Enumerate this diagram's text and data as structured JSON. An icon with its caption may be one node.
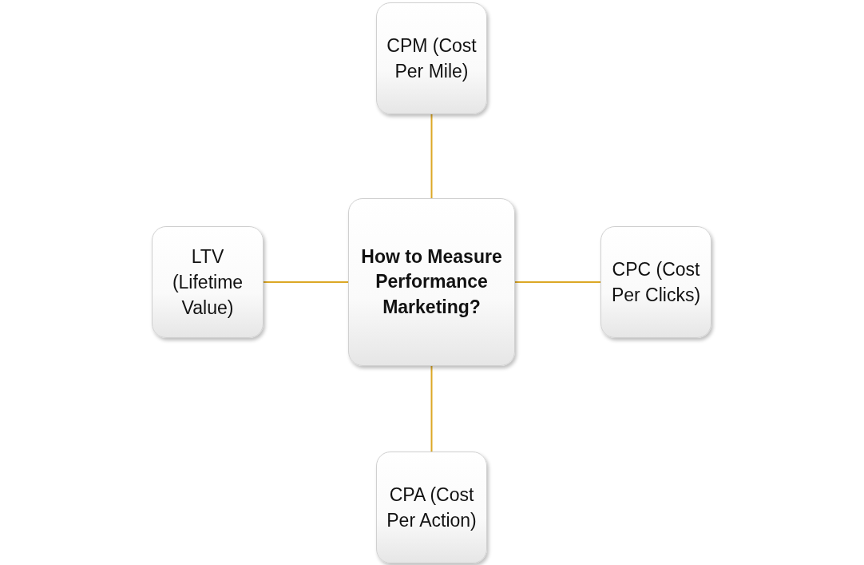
{
  "diagram": {
    "nodes": [
      {
        "text": [
          "CPM (Cost Per Mile)"
        ]
      },
      {
        "text": [
          "LTV (Lifetime Value)"
        ]
      },
      {
        "text": [
          "How to Measure Performance Marketing?"
        ]
      },
      {
        "text": [
          "CPC (Cost Per Clicks)"
        ]
      },
      {
        "text": [
          "CPA (Cost Per Action)"
        ]
      }
    ],
    "edges": [
      {
        "from": 2,
        "to": 0,
        "arrow": "none"
      },
      {
        "from": 2,
        "to": 1,
        "arrow": "none"
      },
      {
        "from": 2,
        "to": 3,
        "arrow": "none"
      },
      {
        "from": 2,
        "to": 4,
        "arrow": "none"
      }
    ]
  }
}
